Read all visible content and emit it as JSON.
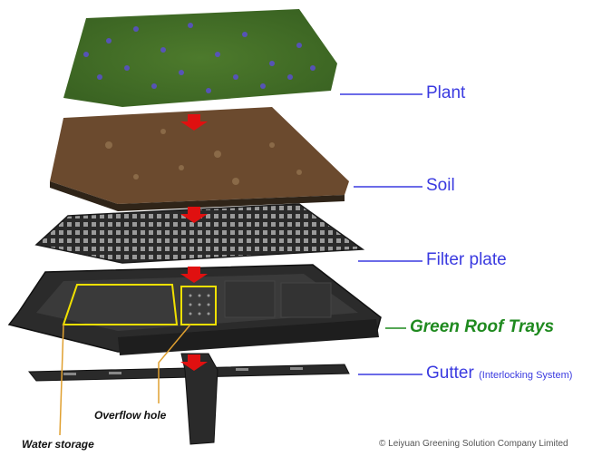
{
  "layers": {
    "plant": "Plant",
    "soil": "Soil",
    "filter_plate": "Filter plate",
    "tray": "Green Roof Trays",
    "gutter": "Gutter",
    "gutter_note": "(Interlocking System)"
  },
  "annotations": {
    "overflow_hole": "Overflow hole",
    "water_storage": "Water storage"
  },
  "credit": "© Leiyuan Greening Solution Company Limited",
  "colors": {
    "label_blue": "#3a3ae0",
    "label_green": "#1f8a1f",
    "arrow_red": "#e01010",
    "callout_yellow": "#f0e000",
    "leader_orange": "#e0a030"
  }
}
